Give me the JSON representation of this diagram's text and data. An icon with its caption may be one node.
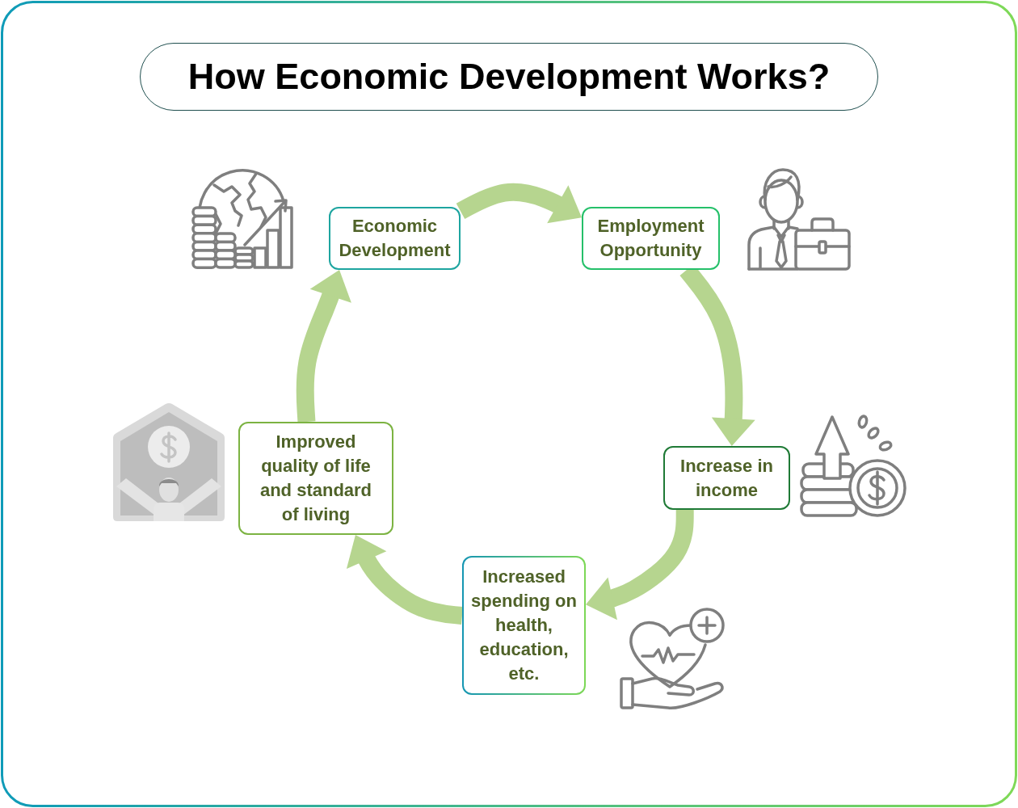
{
  "diagram": {
    "title": "How Economic Development Works?",
    "nodes": [
      {
        "text": [
          "Economic Development"
        ]
      },
      {
        "text": [
          "Employment Opportunity"
        ]
      },
      {
        "text": [
          "Increase in income"
        ]
      },
      {
        "text": [
          "Increased spending on health, education, etc."
        ]
      },
      {
        "text": [
          "Improved quality of life and standard of living"
        ]
      }
    ],
    "edges": [
      {
        "from": 0,
        "to": 1,
        "arrow": "to"
      },
      {
        "from": 1,
        "to": 2,
        "arrow": "to"
      },
      {
        "from": 2,
        "to": 3,
        "arrow": "to"
      },
      {
        "from": 3,
        "to": 4,
        "arrow": "to"
      },
      {
        "from": 4,
        "to": 0,
        "arrow": "to"
      }
    ]
  }
}
